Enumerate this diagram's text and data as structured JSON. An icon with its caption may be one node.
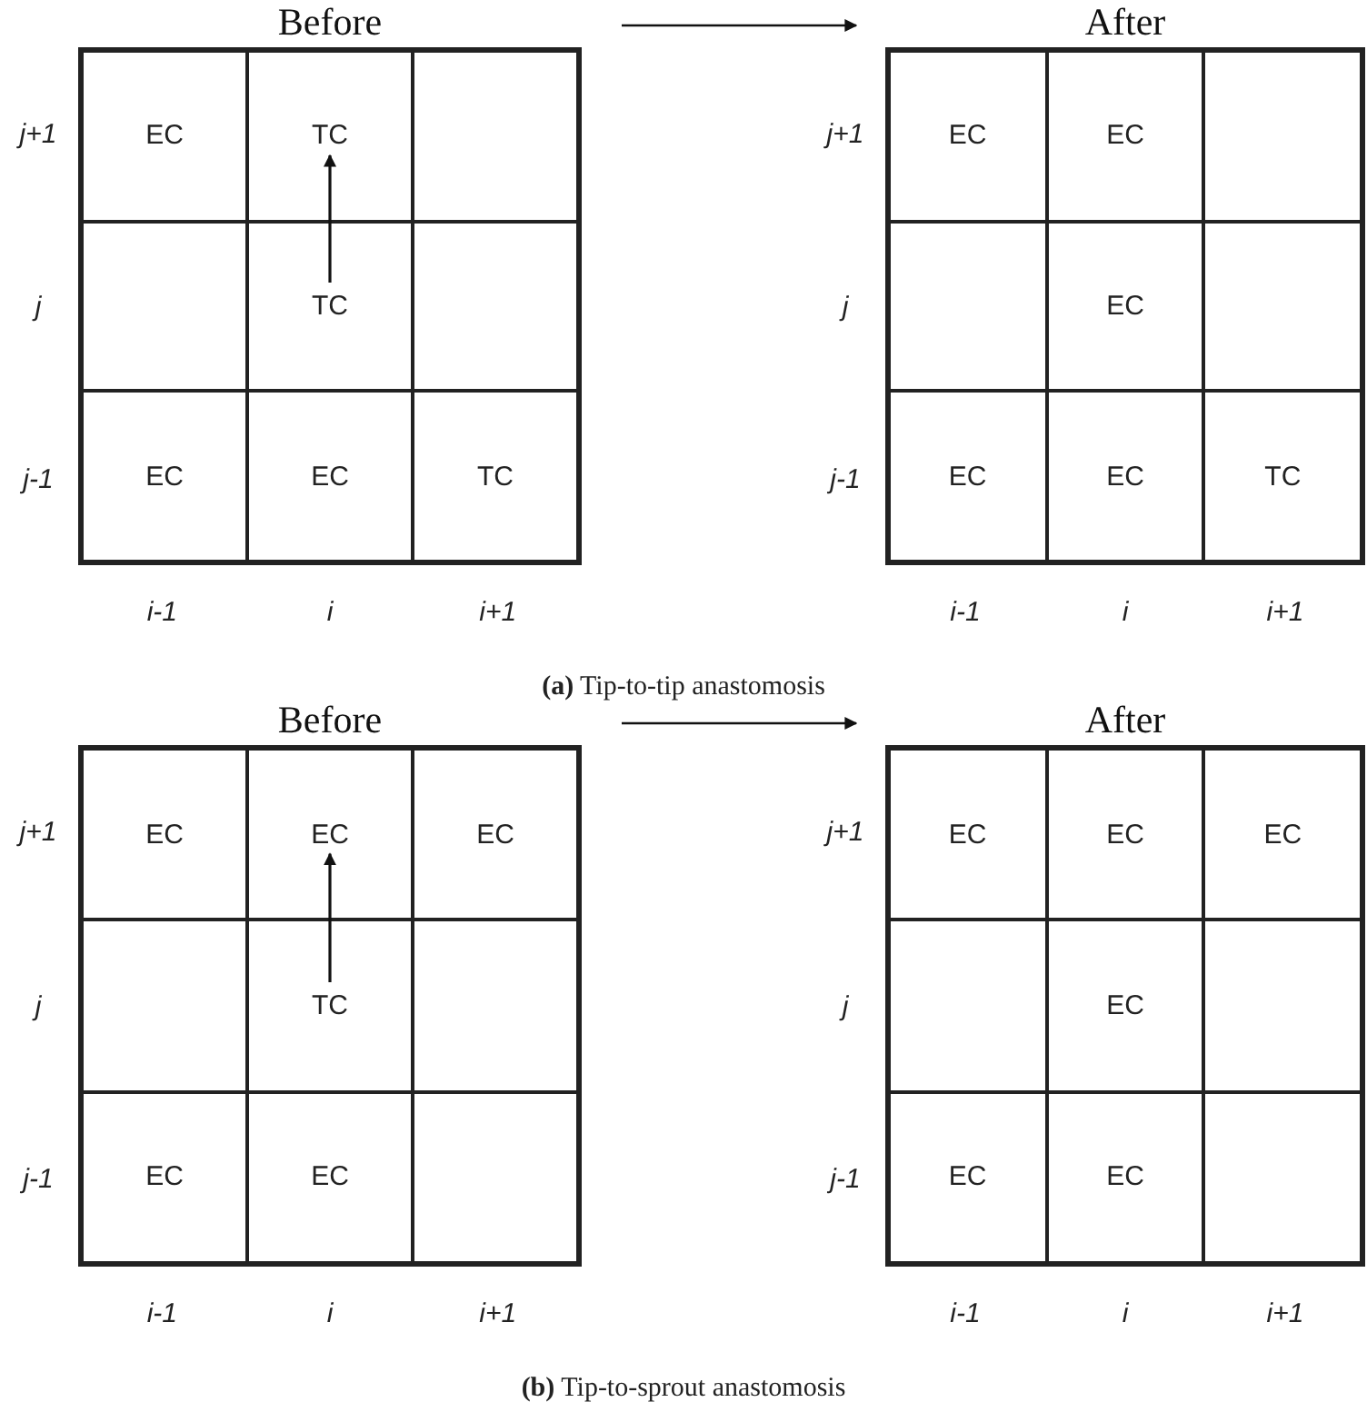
{
  "diagram": {
    "nodes": [
      {
        "text": [
          "Before"
        ]
      },
      {
        "text": [
          "EC"
        ],
        "in": 0
      },
      {
        "text": [
          "TC"
        ],
        "in": 0
      },
      {
        "text": [],
        "shape": "box",
        "in": 0
      },
      {
        "text": [],
        "shape": "box",
        "in": 0
      },
      {
        "text": [
          "TC"
        ],
        "in": 0
      },
      {
        "text": [],
        "shape": "box",
        "in": 0
      },
      {
        "text": [
          "EC"
        ],
        "in": 0
      },
      {
        "text": [
          "EC"
        ],
        "in": 0
      },
      {
        "text": [
          "TC"
        ],
        "in": 0
      },
      {
        "text": [
          "After"
        ]
      },
      {
        "text": [
          "EC"
        ],
        "in": 10
      },
      {
        "text": [
          "EC"
        ],
        "in": 10
      },
      {
        "text": [],
        "shape": "box",
        "in": 10
      },
      {
        "text": [],
        "shape": "box",
        "in": 10
      },
      {
        "text": [
          "EC"
        ],
        "in": 10
      },
      {
        "text": [],
        "shape": "box",
        "in": 10
      },
      {
        "text": [
          "EC"
        ],
        "in": 10
      },
      {
        "text": [
          "EC"
        ],
        "in": 10
      },
      {
        "text": [
          "TC"
        ],
        "in": 10
      },
      {
        "text": [
          "Before"
        ]
      },
      {
        "text": [
          "EC"
        ],
        "in": 20
      },
      {
        "text": [
          "EC"
        ],
        "in": 20
      },
      {
        "text": [
          "EC"
        ],
        "in": 20
      },
      {
        "text": [],
        "shape": "box",
        "in": 20
      },
      {
        "text": [
          "TC"
        ],
        "in": 20
      },
      {
        "text": [],
        "shape": "box",
        "in": 20
      },
      {
        "text": [
          "EC"
        ],
        "in": 20
      },
      {
        "text": [
          "EC"
        ],
        "in": 20
      },
      {
        "text": [],
        "shape": "box",
        "in": 20
      },
      {
        "text": [
          "After"
        ]
      },
      {
        "text": [
          "EC"
        ],
        "in": 30
      },
      {
        "text": [
          "EC"
        ],
        "in": 30
      },
      {
        "text": [
          "EC"
        ],
        "in": 30
      },
      {
        "text": [],
        "shape": "box",
        "in": 30
      },
      {
        "text": [
          "EC"
        ],
        "in": 30
      },
      {
        "text": [],
        "shape": "box",
        "in": 30
      },
      {
        "text": [
          "EC"
        ],
        "in": 30
      },
      {
        "text": [
          "EC"
        ],
        "in": 30
      },
      {
        "text": [],
        "shape": "box",
        "in": 30
      }
    ],
    "edges": [
      {
        "from": 0,
        "to": 10,
        "arrow": "to"
      },
      {
        "from": 5,
        "to": 2,
        "arrow": "to"
      },
      {
        "from": 20,
        "to": 30,
        "arrow": "to"
      },
      {
        "from": 25,
        "to": 22,
        "arrow": "to"
      }
    ],
    "labels": [
      "j+1",
      "j",
      "j-1",
      "j+1",
      "j",
      "j-1",
      "i-1",
      "i",
      "i+1",
      "i-1",
      "i",
      "i+1",
      "**(a)** Tip-to-tip anastomosis",
      "j+1",
      "j",
      "j-1",
      "j+1",
      "j",
      "j-1",
      "i-1",
      "i",
      "i+1",
      "i-1",
      "i",
      "i+1",
      "**(b)** Tip-to-sprout anastomosis"
    ]
  }
}
